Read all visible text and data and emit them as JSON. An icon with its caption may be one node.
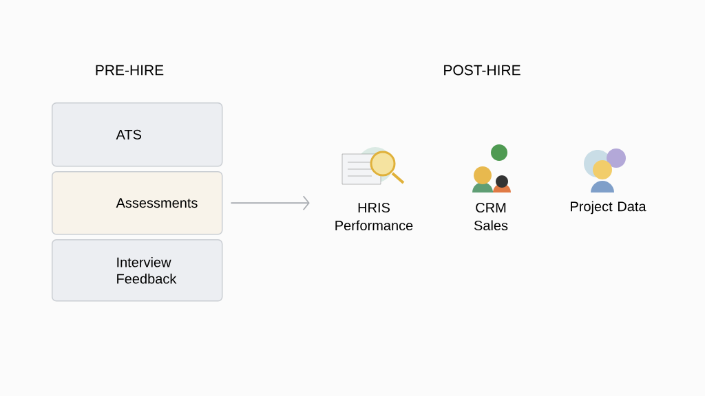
{
  "diagram": {
    "nodes": [
      {
        "text": [
          "ATS"
        ]
      },
      {
        "text": [
          "Assessments"
        ]
      },
      {
        "text": [
          "Interview Feedback"
        ]
      },
      {
        "text": [
          "HRIS Performance"
        ]
      },
      {
        "text": [
          "CRM Sales"
        ]
      },
      {
        "text": [
          "Project Data"
        ]
      }
    ],
    "edges": [
      {
        "from": 1,
        "to": 3,
        "arrow": "to"
      }
    ],
    "labels": [
      "PRE-HIRE",
      "POST-HIRE"
    ]
  }
}
